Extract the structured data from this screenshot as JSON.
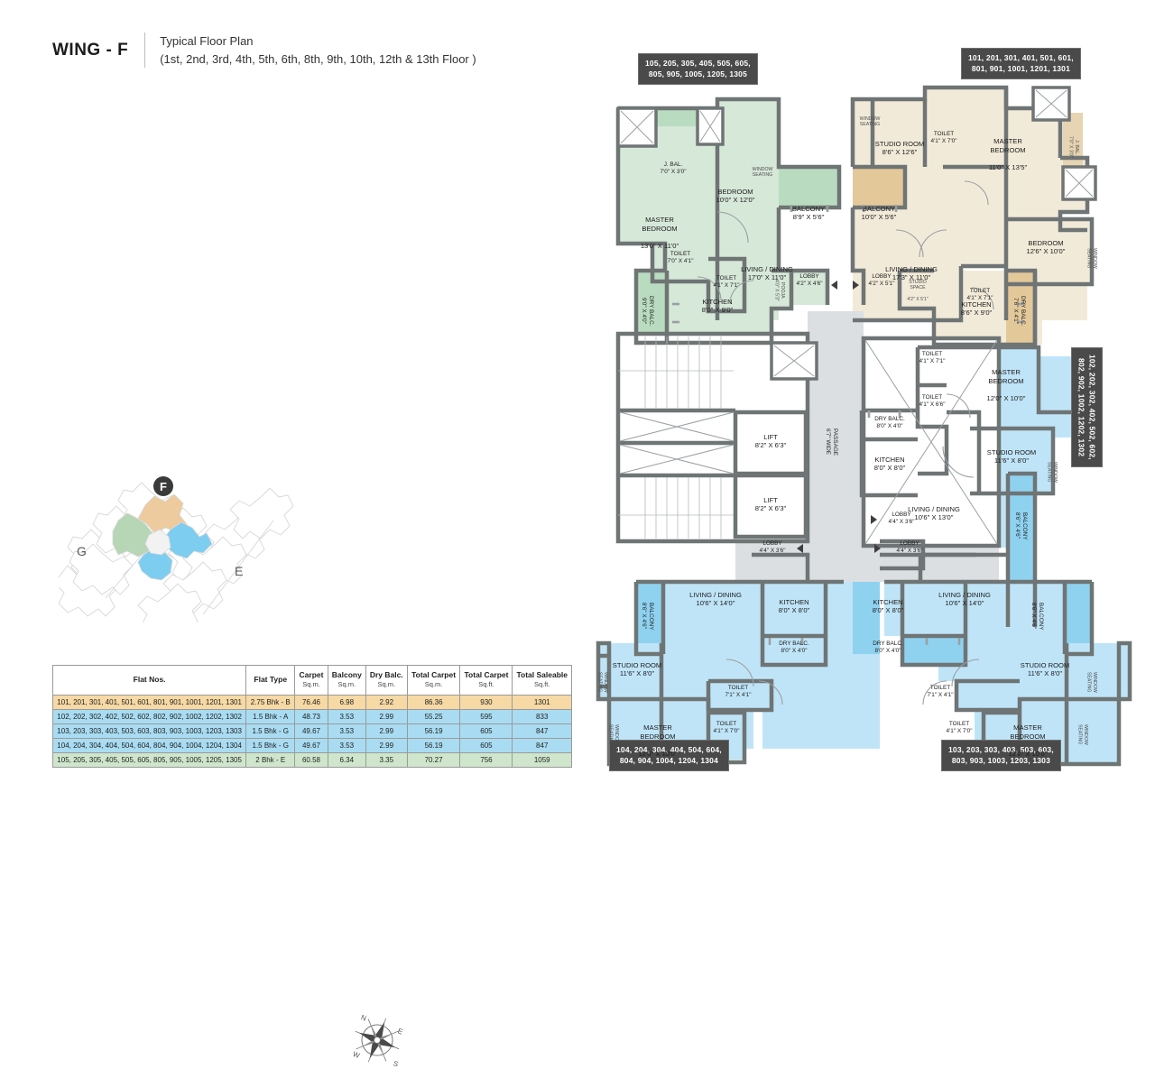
{
  "header": {
    "wing": "WING - F",
    "plan_kind": "Typical Floor Plan",
    "floors": "(1st, 2nd, 3rd, 4th, 5th, 6th, 8th, 9th, 10th, 12th & 13th Floor )"
  },
  "keyplan": {
    "marker": "F",
    "wing_g": "G",
    "wing_e": "E",
    "compass": {
      "n": "N",
      "e": "E",
      "s": "S",
      "w": "W"
    }
  },
  "colors": {
    "green": "#d6e8d8",
    "green_dark": "#b9dcc0",
    "beige": "#f2ead8",
    "beige_dark": "#e3c89a",
    "blue": "#bfe4f7",
    "blue_dark": "#8fd2f0",
    "wall": "#6f7475",
    "passage": "#dcdfe2",
    "tag_bg": "#4a4a4a"
  },
  "unit_tags": {
    "top_left": "105, 205, 305, 405, 505, 605,\n805, 905, 1005, 1205, 1305",
    "top_right": "101, 201, 301, 401, 501, 601,\n801, 901, 1001, 1201, 1301",
    "right": "102, 202, 302, 402, 502, 602,\n802, 902, 1002, 1202, 1302",
    "bottom_left": "104, 204, 304, 404, 504, 604,\n804, 904, 1004, 1204, 1304",
    "bottom_right": "103, 203, 303, 403, 503, 603,\n803, 903, 1003, 1203, 1303"
  },
  "rooms": {
    "tl_jbal": {
      "name": "J. BAL.",
      "dim": "7'0\" X 3'0\""
    },
    "tl_master": {
      "name": "MASTER\nBEDROOM",
      "dim": "13'0\" X 11'0\""
    },
    "tl_bedroom": {
      "name": "BEDROOM",
      "dim": "10'0\" X 12'0\""
    },
    "tl_winseat": {
      "name": "WINDOW\nSEATING",
      "dim": ""
    },
    "tl_balcony": {
      "name": "BALCONY",
      "dim": "8'9\" X 5'6\""
    },
    "tl_living": {
      "name": "LIVING / DINING",
      "dim": "17'0\" X 11'0\""
    },
    "tl_toilet1": {
      "name": "TOILET",
      "dim": "7'0\" X 4'1\""
    },
    "tl_toilet2": {
      "name": "TOILET",
      "dim": "4'1\" X 7'1\""
    },
    "tl_drybalc": {
      "name": "DRY BALC.",
      "dim": "9'0\" X 4'0\""
    },
    "tl_kitchen": {
      "name": "KITCHEN",
      "dim": "8'0\" X 9'0\""
    },
    "tl_pooja": {
      "name": "POOJA",
      "dim": "4'0\" X 5'3\""
    },
    "tl_lobby": {
      "name": "LOBBY",
      "dim": "4'2\" X 4'6\""
    },
    "tr_balcony": {
      "name": "BALCONY",
      "dim": "10'0\" X 5'6\""
    },
    "tr_studio": {
      "name": "STUDIO ROOM",
      "dim": "8'6\" X 12'6\""
    },
    "tr_winseat": {
      "name": "WINDOW\nSEATING",
      "dim": ""
    },
    "tr_toilet1": {
      "name": "TOILET",
      "dim": "4'1\" X 7'0\""
    },
    "tr_master": {
      "name": "MASTER\nBEDROOM",
      "dim": "11'0\" X 13'5\""
    },
    "tr_jbal": {
      "name": "J. BAL.",
      "dim": "7'0\" X 3'0\""
    },
    "tr_bedroom": {
      "name": "BEDROOM",
      "dim": "12'6\" X 10'0\""
    },
    "tr_winseat2": {
      "name": "WINDOW\nSEATING",
      "dim": ""
    },
    "tr_living": {
      "name": "LIVING / DINING",
      "dim": "17'3\" X 11'0\""
    },
    "tr_toilet2": {
      "name": "TOILET",
      "dim": "4'1\" X 7'1\""
    },
    "tr_lobby": {
      "name": "LOBBY",
      "dim": "4'2\" X 5'1\""
    },
    "tr_studiospace": {
      "name": "STUDIO\nSPACE",
      "dim": "4'2\" X 5'1\""
    },
    "tr_kitchen": {
      "name": "KITCHEN",
      "dim": "8'6\" X 9'0\""
    },
    "tr_drybalc": {
      "name": "DRY BALC.",
      "dim": "7'6\" X 4'1\""
    },
    "core_lift1": {
      "name": "LIFT",
      "dim": "8'2\" X 6'3\""
    },
    "core_lift2": {
      "name": "LIFT",
      "dim": "8'2\" X 6'3\""
    },
    "core_passage": {
      "name": "PASSAGE",
      "dim": "6'7\" WIDE"
    },
    "r_toilet1": {
      "name": "TOILET",
      "dim": "4'1\" X 7'1\""
    },
    "r_toilet2": {
      "name": "TOILET",
      "dim": "4'1\" X 6'6\""
    },
    "r_master": {
      "name": "MASTER\nBEDROOM",
      "dim": "12'0\" X 10'0\""
    },
    "r_studio": {
      "name": "STUDIO ROOM",
      "dim": "11'6\" X 8'0\""
    },
    "r_winseat": {
      "name": "WINDOW\nSEATING",
      "dim": ""
    },
    "r_drybalc": {
      "name": "DRY BALC.",
      "dim": "8'0\" X 4'0\""
    },
    "r_kitchen": {
      "name": "KITCHEN",
      "dim": "8'0\" X 8'0\""
    },
    "r_living": {
      "name": "LIVING / DINING",
      "dim": "10'6\" X 13'0\""
    },
    "r_balcony": {
      "name": "BALCONY",
      "dim": "8'6\" X 4'6\""
    },
    "r_lobby": {
      "name": "LOBBY",
      "dim": "4'4\" X 3'6\""
    },
    "bl_lobby": {
      "name": "LOBBY",
      "dim": "4'4\" X 3'6\""
    },
    "bl_balcony": {
      "name": "BALCONY",
      "dim": "8'6\" X 4'6\""
    },
    "bl_living": {
      "name": "LIVING / DINING",
      "dim": "10'6\" X 14'0\""
    },
    "bl_kitchen": {
      "name": "KITCHEN",
      "dim": "8'0\" X 8'0\""
    },
    "bl_drybalc": {
      "name": "DRY BALC.",
      "dim": "8'0\" X 4'0\""
    },
    "bl_studio": {
      "name": "STUDIO ROOM",
      "dim": "11'6\" X 8'0\""
    },
    "bl_winseat1": {
      "name": "WINDOW\nSEATING",
      "dim": ""
    },
    "bl_winseat2": {
      "name": "WINDOW\nSEATING",
      "dim": ""
    },
    "bl_toilet1": {
      "name": "TOILET",
      "dim": "7'1\" X 4'1\""
    },
    "bl_toilet2": {
      "name": "TOILET",
      "dim": "4'1\" X 7'0\""
    },
    "bl_master": {
      "name": "MASTER\nBEDROOM",
      "dim": "12'0\" X 10'0\""
    },
    "br_lobby": {
      "name": "LOBBY",
      "dim": "4'4\" X 3'6\""
    },
    "br_kitchen": {
      "name": "KITCHEN",
      "dim": "8'0\" X 8'0\""
    },
    "br_drybalc": {
      "name": "DRY BALC.",
      "dim": "8'0\" X 4'0\""
    },
    "br_living": {
      "name": "LIVING / DINING",
      "dim": "10'6\" X 14'0\""
    },
    "br_balcony": {
      "name": "BALCONY",
      "dim": "8'6\" X 4'6\""
    },
    "br_studio": {
      "name": "STUDIO ROOM",
      "dim": "11'6\" X 8'0\""
    },
    "br_winseat1": {
      "name": "WINDOW\nSEATING",
      "dim": ""
    },
    "br_winseat2": {
      "name": "WINDOW\nSEATING",
      "dim": ""
    },
    "br_toilet1": {
      "name": "TOILET",
      "dim": "7'1\" X 4'1\""
    },
    "br_toilet2": {
      "name": "TOILET",
      "dim": "4'1\" X 7'0\""
    },
    "br_master": {
      "name": "MASTER\nBEDROOM",
      "dim": "12'0\" X 10'0\""
    }
  },
  "table": {
    "columns": [
      {
        "label": "Flat Nos.",
        "unit": ""
      },
      {
        "label": "Flat Type",
        "unit": ""
      },
      {
        "label": "Carpet",
        "unit": "Sq.m."
      },
      {
        "label": "Balcony",
        "unit": "Sq.m."
      },
      {
        "label": "Dry Balc.",
        "unit": "Sq.m."
      },
      {
        "label": "Total Carpet",
        "unit": "Sq.m."
      },
      {
        "label": "Total Carpet",
        "unit": "Sq.ft."
      },
      {
        "label": "Total Saleable",
        "unit": "Sq.ft."
      }
    ],
    "rows": [
      {
        "flats": "101, 201, 301, 401, 501, 601, 801, 901, 1001, 1201, 1301",
        "type": "2.75 Bhk - B",
        "carpet": "76.46",
        "balcony": "6.98",
        "dry_balc": "2.92",
        "total_carpet_sqm": "86.36",
        "total_carpet_sqft": "930",
        "total_saleable_sqft": "1301",
        "class": "row-b"
      },
      {
        "flats": "102, 202, 302, 402, 502, 602, 802, 902, 1002, 1202, 1302",
        "type": "1.5 Bhk - A",
        "carpet": "48.73",
        "balcony": "3.53",
        "dry_balc": "2.99",
        "total_carpet_sqm": "55.25",
        "total_carpet_sqft": "595",
        "total_saleable_sqft": "833",
        "class": "row-a"
      },
      {
        "flats": "103, 203, 303, 403, 503, 603, 803, 903, 1003, 1203, 1303",
        "type": "1.5 Bhk - G",
        "carpet": "49.67",
        "balcony": "3.53",
        "dry_balc": "2.99",
        "total_carpet_sqm": "56.19",
        "total_carpet_sqft": "605",
        "total_saleable_sqft": "847",
        "class": "row-g"
      },
      {
        "flats": "104, 204, 304, 404, 504, 604, 804, 904, 1004, 1204, 1304",
        "type": "1.5 Bhk - G",
        "carpet": "49.67",
        "balcony": "3.53",
        "dry_balc": "2.99",
        "total_carpet_sqm": "56.19",
        "total_carpet_sqft": "605",
        "total_saleable_sqft": "847",
        "class": "row-g"
      },
      {
        "flats": "105, 205, 305, 405, 505, 605, 805, 905, 1005, 1205, 1305",
        "type": "2 Bhk - E",
        "carpet": "60.58",
        "balcony": "6.34",
        "dry_balc": "3.35",
        "total_carpet_sqm": "70.27",
        "total_carpet_sqft": "756",
        "total_saleable_sqft": "1059",
        "class": "row-e"
      }
    ]
  }
}
